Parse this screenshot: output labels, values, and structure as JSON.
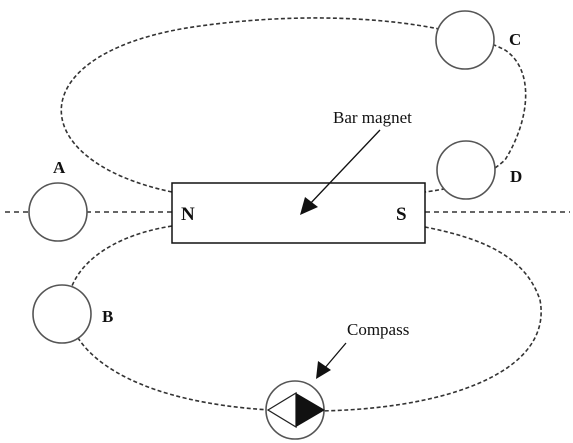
{
  "magnet": {
    "callout": "Bar magnet",
    "north": "N",
    "south": "S"
  },
  "compasses": {
    "a": "A",
    "b": "B",
    "c": "C",
    "d": "D",
    "bottom_callout": "Compass"
  }
}
